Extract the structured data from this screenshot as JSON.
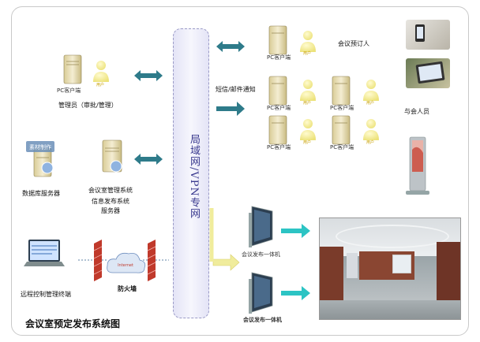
{
  "title": "会议室预定发布系统图",
  "network": {
    "label": "局域网/VPN专网"
  },
  "admin": {
    "pc_label": "PC客户端",
    "user_tag": "用户",
    "caption": "管理员（审批/管理）"
  },
  "db_server": {
    "badge": "素材制作",
    "caption": "数据库服务器"
  },
  "mgmt_server": {
    "caption_1": "会议室管理系统",
    "caption_2": "信息发布系统",
    "caption_3": "服务器"
  },
  "remote": {
    "caption": "远程控制管理终端"
  },
  "firewall": {
    "caption": "防火墙",
    "cloud_text": "Internet"
  },
  "notify": {
    "label": "短信/邮件通知"
  },
  "booker": {
    "pc_label": "PC客户端",
    "user_tag": "用户",
    "caption": "会议预订人"
  },
  "attendees": {
    "caption": "与会人员",
    "clients": [
      {
        "pc_label": "PC客户端",
        "user_tag": "用户"
      },
      {
        "pc_label": "PC客户端",
        "user_tag": "用户"
      },
      {
        "pc_label": "PC客户端",
        "user_tag": "用户"
      },
      {
        "pc_label": "PC客户端",
        "user_tag": "用户"
      }
    ]
  },
  "terminals": [
    {
      "caption": "会议发布一体机"
    },
    {
      "caption": "会议发布一体机"
    }
  ],
  "colors": {
    "arrow_teal": "#2e7b8a",
    "arrow_cyan": "#2cc4c4",
    "arrow_yellow": "#f0ec9c",
    "server": "#e9dfb4",
    "user": "#f5ef98",
    "firewall": "#c0392b",
    "network": "#3b3b8f"
  }
}
